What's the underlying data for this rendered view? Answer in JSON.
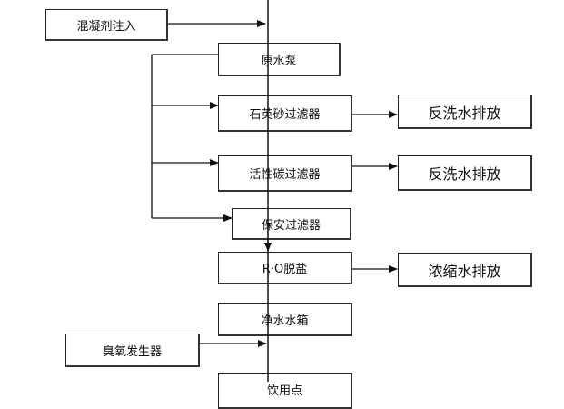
{
  "process": {
    "coagulant_injection": "混凝剂注入",
    "raw_water_pump": "原水泵",
    "quartz_sand_filter": "石英砂过滤器",
    "activated_carbon_filter": "活性碳过滤器",
    "security_filter": "保安过滤器",
    "ro_desalination": "R·O脱盐",
    "pure_water_tank": "净水水箱",
    "ozone_generator": "臭氧发生器",
    "drinking_point": "饮用点"
  },
  "outputs": {
    "backwash_drain_1": "反洗水排放",
    "backwash_drain_2": "反洗水排放",
    "concentrate_drain": "浓缩水排放"
  },
  "colors": {
    "line": "#111111",
    "border": "#222222",
    "text": "#111111"
  }
}
